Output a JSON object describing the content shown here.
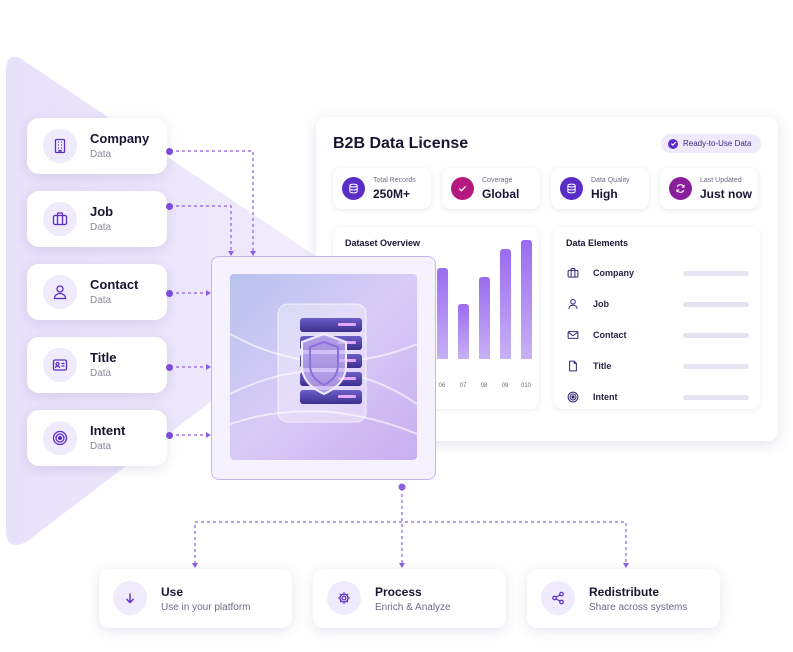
{
  "sources": [
    {
      "title": "Company",
      "sub": "Data",
      "icon": "building-icon"
    },
    {
      "title": "Job",
      "sub": "Data",
      "icon": "briefcase-icon"
    },
    {
      "title": "Contact",
      "sub": "Data",
      "icon": "user-icon"
    },
    {
      "title": "Title",
      "sub": "Data",
      "icon": "id-card-icon"
    },
    {
      "title": "Intent",
      "sub": "Data",
      "icon": "target-icon"
    }
  ],
  "license": {
    "title": "B2B Data License",
    "badge": "Ready-to-Use Data",
    "stats": [
      {
        "label": "Total Records",
        "value": "250M+",
        "icon": "database-icon",
        "color": "#5b2dc7"
      },
      {
        "label": "Coverage",
        "value": "Global",
        "icon": "check-icon",
        "color": "#b3197e"
      },
      {
        "label": "Data Quality",
        "value": "High",
        "icon": "database-icon",
        "color": "#5b2dc7"
      },
      {
        "label": "Last Updated",
        "value": "Just now",
        "icon": "refresh-icon",
        "color": "#8a1f9c"
      }
    ],
    "overview_title": "Dataset Overview",
    "elements_title": "Data Elements",
    "elements": [
      {
        "label": "Company",
        "icon": "briefcase-icon"
      },
      {
        "label": "Job",
        "icon": "user-icon"
      },
      {
        "label": "Contact",
        "icon": "mail-icon"
      },
      {
        "label": "Title",
        "icon": "document-icon"
      },
      {
        "label": "Intent",
        "icon": "target-icon"
      }
    ]
  },
  "chart_data": {
    "type": "bar",
    "categories": [
      "06",
      "07",
      "08",
      "09",
      "010"
    ],
    "values": [
      100,
      60,
      90,
      120,
      130
    ],
    "title": "Dataset Overview",
    "xlabel": "",
    "ylabel": "",
    "ylim": [
      0,
      140
    ],
    "color": "#9a6cf0"
  },
  "actions": [
    {
      "title": "Use",
      "sub": "Use in your platform",
      "icon": "arrow-down-icon"
    },
    {
      "title": "Process",
      "sub": "Enrich & Analyze",
      "icon": "gear-icon"
    },
    {
      "title": "Redistribute",
      "sub": "Share across systems",
      "icon": "share-icon"
    }
  ],
  "colors": {
    "accent": "#7c4ddb",
    "tint": "#efeafc"
  }
}
